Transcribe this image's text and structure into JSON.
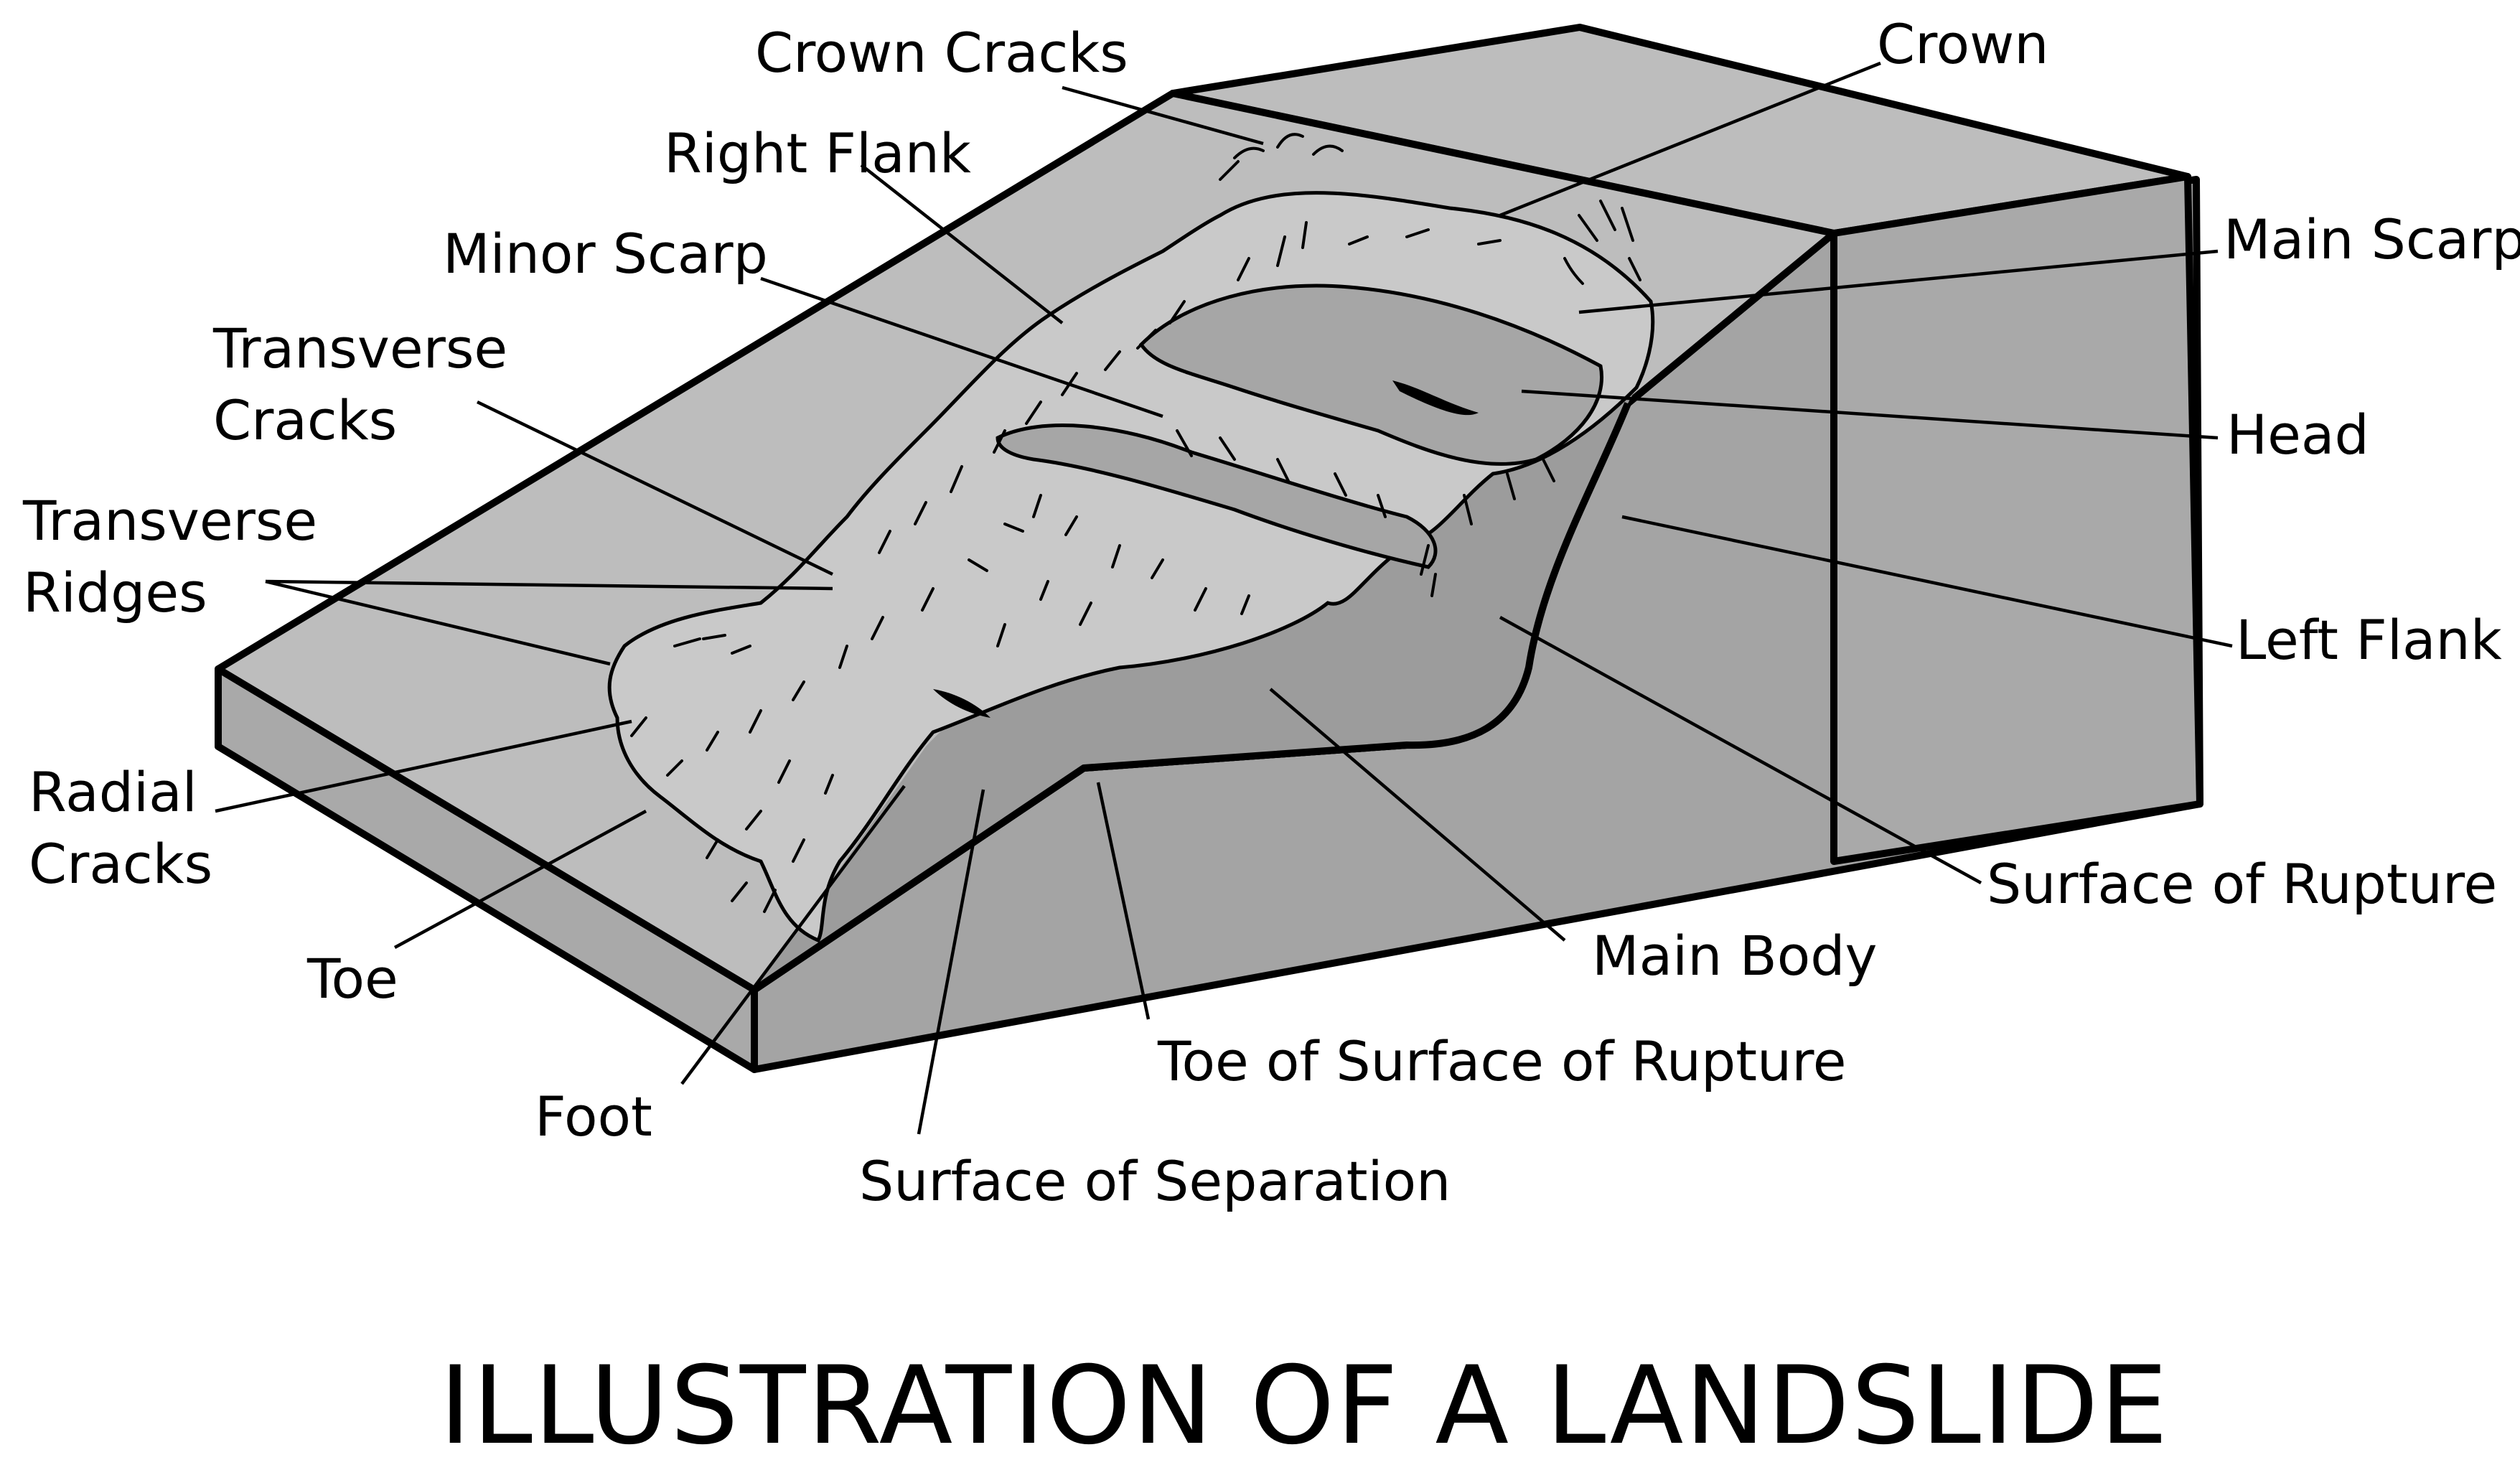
{
  "title": "ILLUSTRATION OF A LANDSLIDE",
  "colors": {
    "block_top": "#bdbdbd",
    "block_side": "#a9a9a9",
    "rupture_surface": "#9c9c9c",
    "displaced_material": "#c9c9c9",
    "outline": "#000000"
  },
  "labels": {
    "crown_cracks": "Crown Cracks",
    "crown": "Crown",
    "right_flank": "Right Flank",
    "main_scarp": "Main Scarp",
    "minor_scarp": "Minor Scarp",
    "transverse_cracks_1": "Transverse",
    "transverse_cracks_2": "Cracks",
    "head": "Head",
    "transverse_ridges_1": "Transverse",
    "transverse_ridges_2": "Ridges",
    "left_flank": "Left Flank",
    "radial_cracks_1": "Radial",
    "radial_cracks_2": "Cracks",
    "surface_of_rupture": "Surface of Rupture",
    "toe": "Toe",
    "main_body": "Main Body",
    "foot": "Foot",
    "toe_of_surface_of_rupture": "Toe of Surface of Rupture",
    "surface_of_separation": "Surface of Separation"
  }
}
